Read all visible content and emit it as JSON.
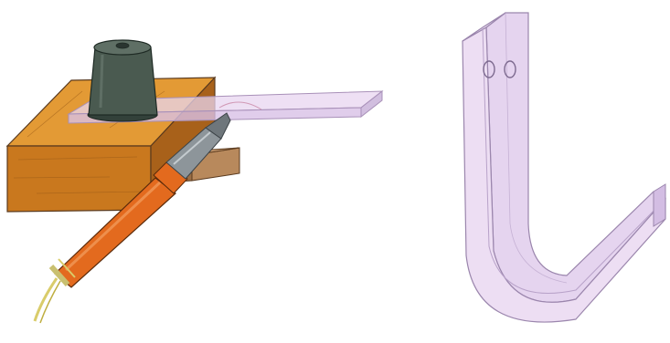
{
  "figure": {
    "panels": [
      {
        "id": "bending-setup",
        "objects": [
          "wooden-block",
          "weight",
          "acrylic-strip",
          "wooden-spacer",
          "soldering-iron"
        ]
      },
      {
        "id": "finished-hook",
        "objects": [
          "bent-acrylic-hook",
          "screw-holes"
        ]
      }
    ],
    "colors": {
      "wood_top": "#e39a35",
      "wood_front": "#c9781e",
      "wood_side": "#a8611a",
      "weight": "#4a5a50",
      "acrylic": "#e8d6f0",
      "acrylic_edge": "#c9b3d9",
      "iron_handle": "#e36a1e",
      "iron_tip": "#8d959a",
      "spacer": "#b8895c"
    }
  }
}
